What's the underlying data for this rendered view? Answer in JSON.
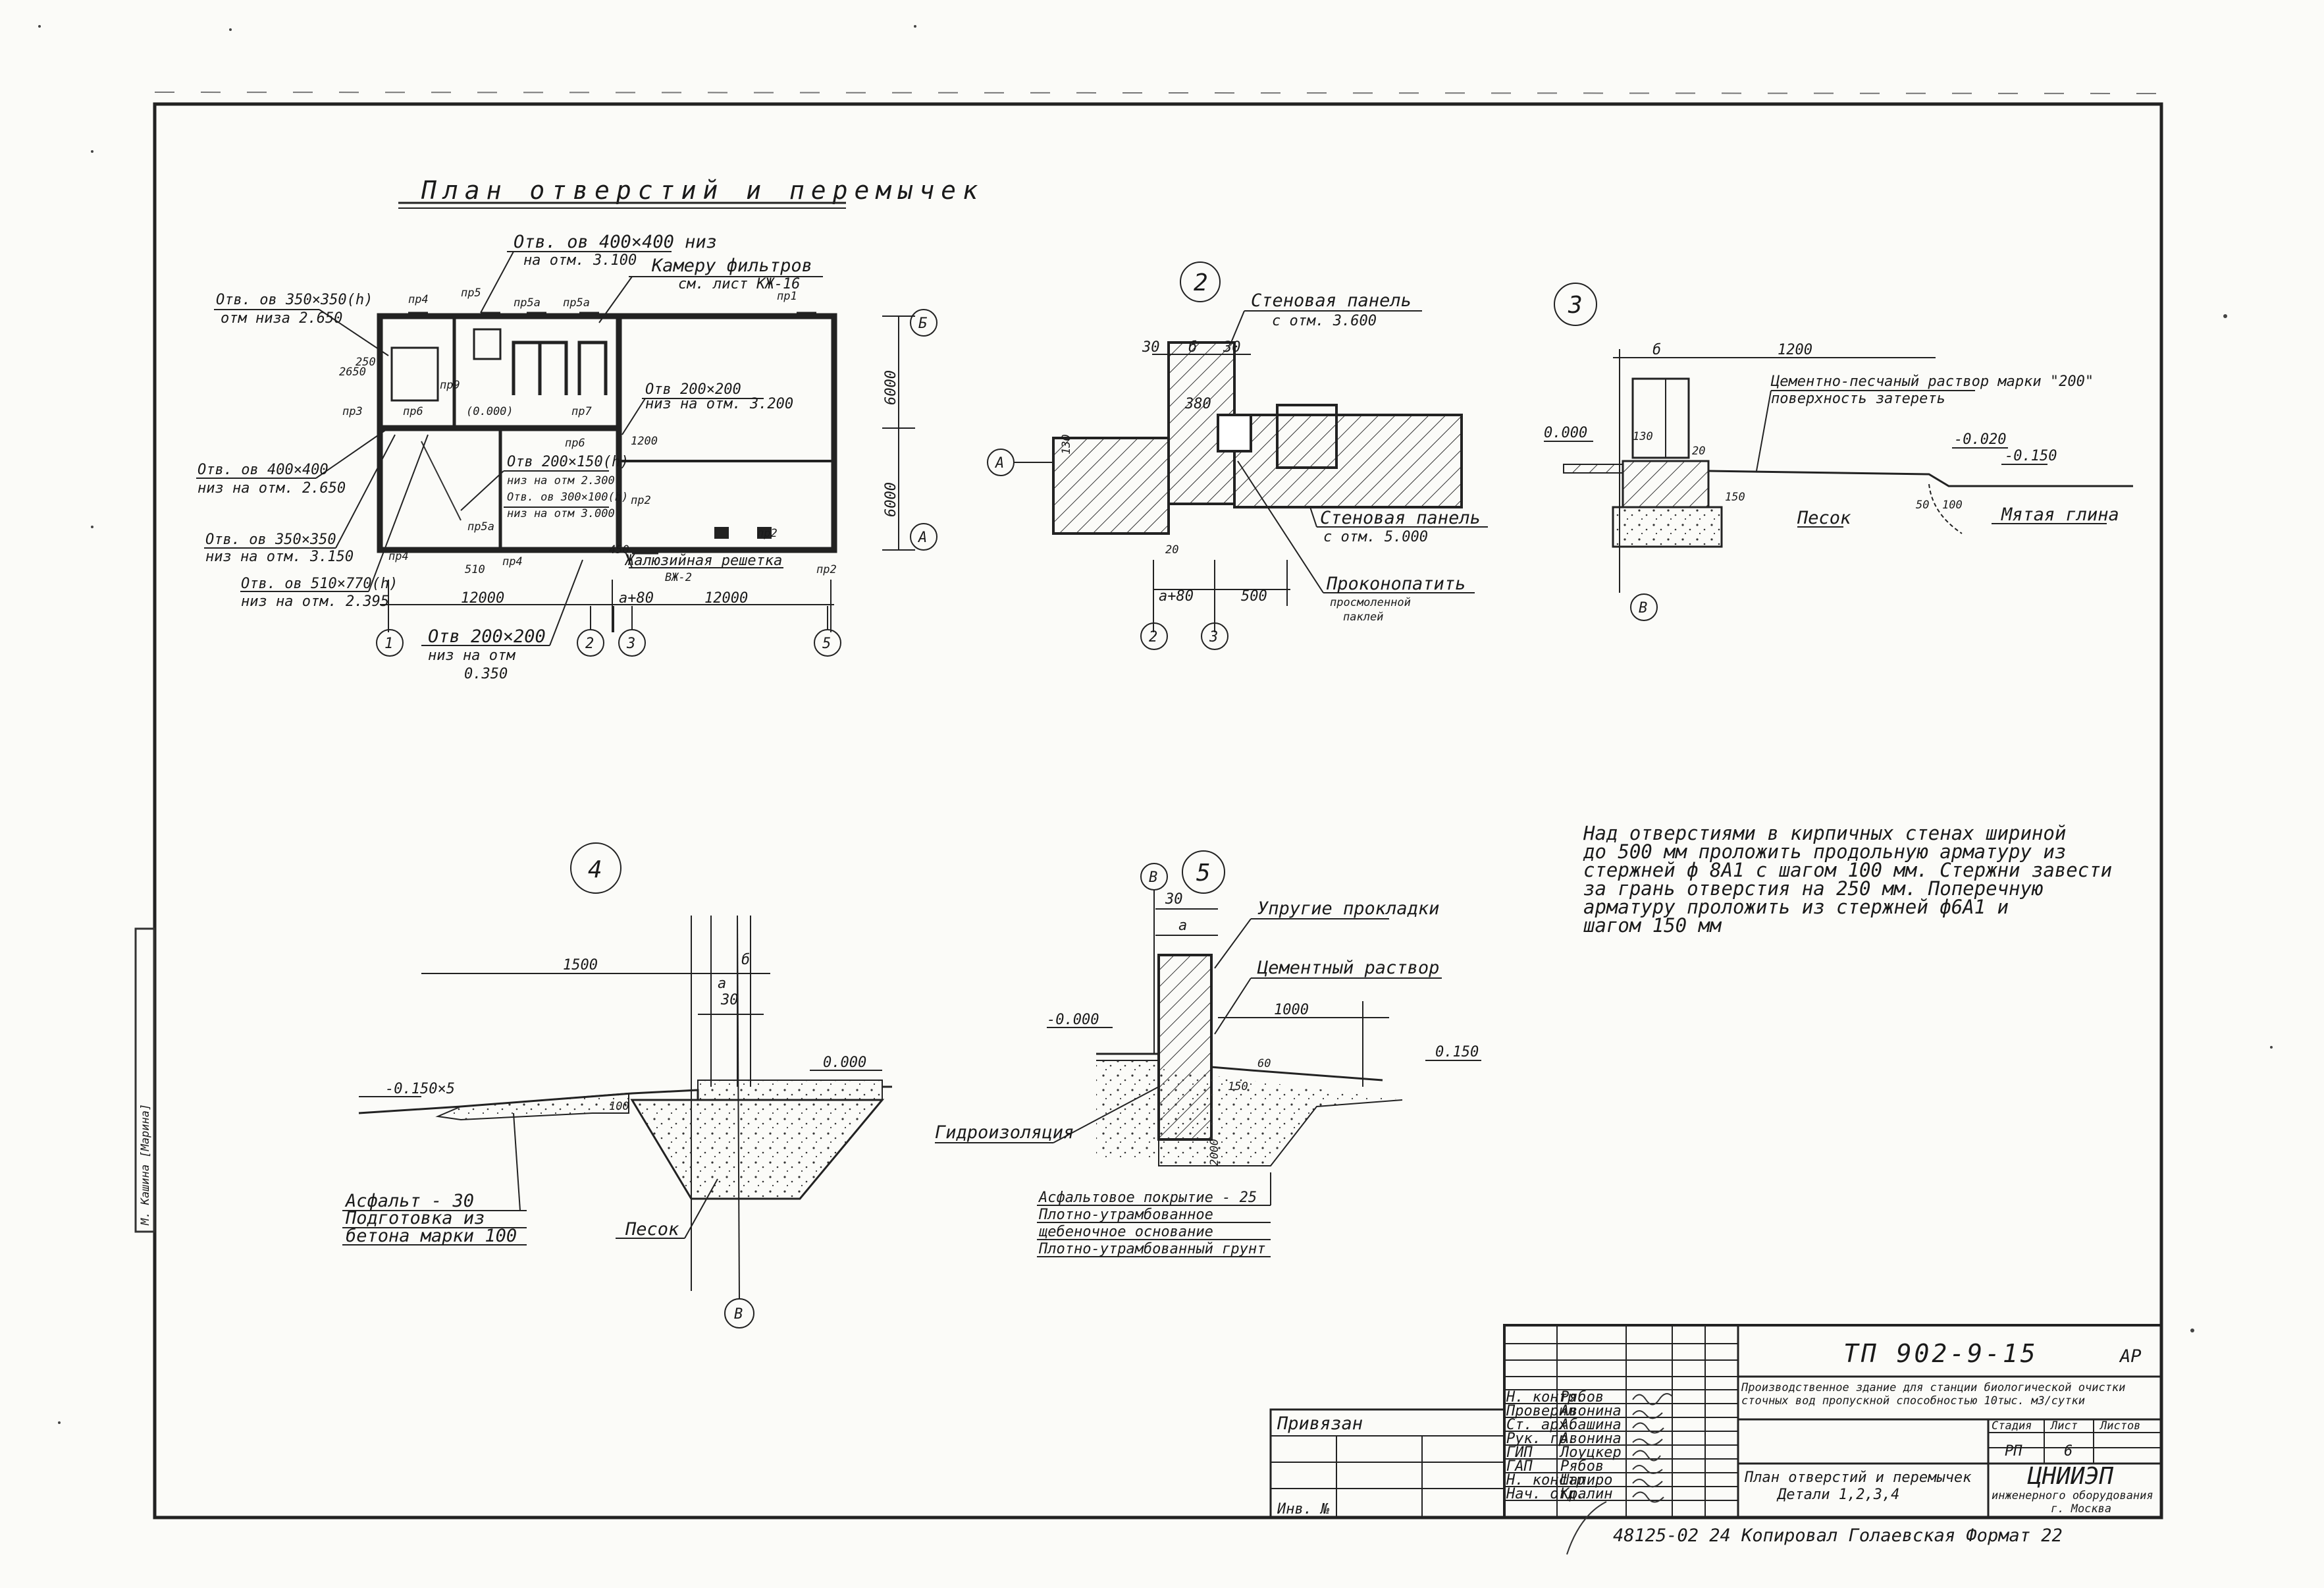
{
  "plan": {
    "title": "План отверстий и перемычек",
    "callouts": [
      "Отв. ов 400×400 низ",
      "на отм. 3.100",
      "Камеру фильтров",
      "см. лист КЖ-16",
      "Отв. ов 350×350(h)",
      "отм низа 2.650",
      "Отв. ов 400×400",
      "низ на отм. 2.650",
      "Отв. ов 350×350",
      "низ на отм. 3.150",
      "Отв. ов 510×770(h)",
      "низ на отм. 2.395",
      "Отв 200×200",
      "низ на отм. 3.200",
      "Отв 200×150(h)",
      "низ на отм 2.300",
      "Отв. ов 300×100(h)",
      "низ на отм 3.000",
      "Отв 200×200",
      "низ на отм",
      "0.350",
      "Жалюзийная решетка",
      "ВЖ-2"
    ],
    "lintels": [
      "пр4",
      "пр5",
      "пр5а",
      "пр5а",
      "пр1",
      "пр3",
      "пр6",
      "пр7",
      "пр6",
      "пр9",
      "пр4",
      "пр4",
      "пр5а",
      "пр2",
      "пр2",
      "пр2"
    ],
    "dims": [
      "12000",
      "12000",
      "а+80",
      "6000",
      "6000",
      "450",
      "510",
      "1200",
      "2650",
      "250",
      "(0.000)"
    ],
    "axes": [
      "1",
      "2",
      "3",
      "5",
      "Б",
      "А"
    ]
  },
  "detail2": {
    "num": "2",
    "labels": [
      "Стеновая панель",
      "с отм. 3.600",
      "Стеновая панель",
      "с отм. 5.000",
      "Проконопатить",
      "просмоленной",
      "паклей"
    ],
    "dims": [
      "30",
      "б",
      "30",
      "380",
      "130",
      "20",
      "а+80",
      "500"
    ],
    "axes": [
      "А",
      "2",
      "3"
    ]
  },
  "detail3": {
    "num": "3",
    "labels": [
      "Цементно-песчаный раствор марки \"200\"",
      "поверхность затереть",
      "Песок",
      "Мятая глина"
    ],
    "dims": [
      "б",
      "1200",
      "0.000",
      "-0.020",
      "-0.150",
      "130",
      "20",
      "150",
      "50",
      "100"
    ],
    "axes": [
      "В"
    ]
  },
  "detail4": {
    "num": "4",
    "labels": [
      "Асфальт - 30",
      "Подготовка из",
      "бетона марки 100",
      "Песок"
    ],
    "dims": [
      "1500",
      "б",
      "а",
      "30",
      "-0.150×5",
      "0.000",
      "100"
    ],
    "axes": [
      "В"
    ]
  },
  "detail5": {
    "num": "5",
    "labels": [
      "Упругие прокладки",
      "Цементный раствор",
      "Гидроизоляция",
      "Асфальтовое покрытие - 25",
      "Плотно-утрамбованное",
      "щебеночное основание",
      "Плотно-утрамбованный грунт"
    ],
    "dims": [
      "30",
      "а",
      "1000",
      "-0.000",
      "0.150",
      "60",
      "150",
      "2000"
    ],
    "axes": [
      "В"
    ]
  },
  "note": {
    "lines": [
      "Над отверстиями в кирпичных стенах шириной",
      "до 500 мм проложить продольную арматуру из",
      "стержней ф 8А1 с шагом 100 мм. Стержни завести",
      "за грань отверстия на 250 мм. Поперечную",
      "арматуру проложить из стержней ф6А1 и",
      "шагом 150 мм"
    ]
  },
  "stamp": {
    "code": "ТП 902-9-15",
    "sheet_mark": "АР",
    "object": "Производственное здание для станции биологической очистки",
    "object2": "сточных вод пропускной способностью 10тыс. м3/сутки",
    "stage_label": "Стадия",
    "sheet_label": "Лист",
    "sheets_label": "Листов",
    "stage": "РП",
    "sheet": "6",
    "sheet_title": "План отверстий и перемычек",
    "sheet_title2": "Детали 1,2,3,4",
    "org": "ЦНИИЭП",
    "org2": "инженерного оборудования",
    "org3": "г. Москва",
    "privyazan": "Привязан",
    "inv": "Инв. №",
    "roles": [
      "Н. контр.",
      "Проверил",
      "Ст. арх.",
      "Рук. гр.",
      "ГИП",
      "ГАП",
      "Н. констр.",
      "Нач. отд."
    ],
    "names": [
      "Рябов",
      "Авонина",
      "Абашина",
      "Авонина",
      "Лоуцкер",
      "Рябов",
      "Шапиро",
      "Кралин"
    ],
    "bottom": "48125-02 24   Копировал Голаевская   Формат 22",
    "side": "М. Кашина [Марина]"
  }
}
